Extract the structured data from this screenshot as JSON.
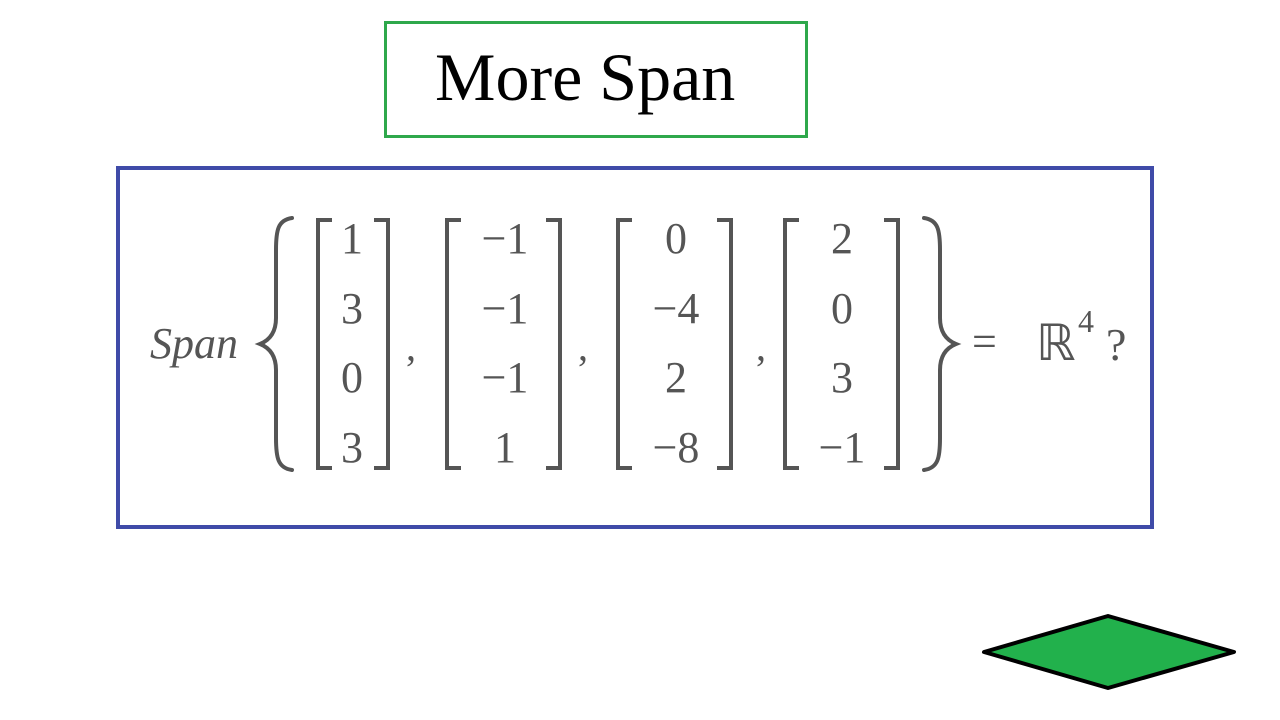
{
  "title": "More Span",
  "equation": {
    "span_label": "Span",
    "vectors": [
      [
        "1",
        "3",
        "0",
        "3"
      ],
      [
        "−1",
        "−1",
        "−1",
        "1"
      ],
      [
        "0",
        "−4",
        "2",
        "−8"
      ],
      [
        "2",
        "0",
        "3",
        "−1"
      ]
    ],
    "separator": ",",
    "equals": "=",
    "space_symbol": "ℝ",
    "exponent": "4",
    "question_mark": "?"
  },
  "colors": {
    "title_border": "#2ea84b",
    "equation_border": "#3f4ba8",
    "math_text": "#555555",
    "diamond_fill": "#22b14c",
    "diamond_stroke": "#000000"
  },
  "icons": {
    "nav": "diamond-icon"
  }
}
